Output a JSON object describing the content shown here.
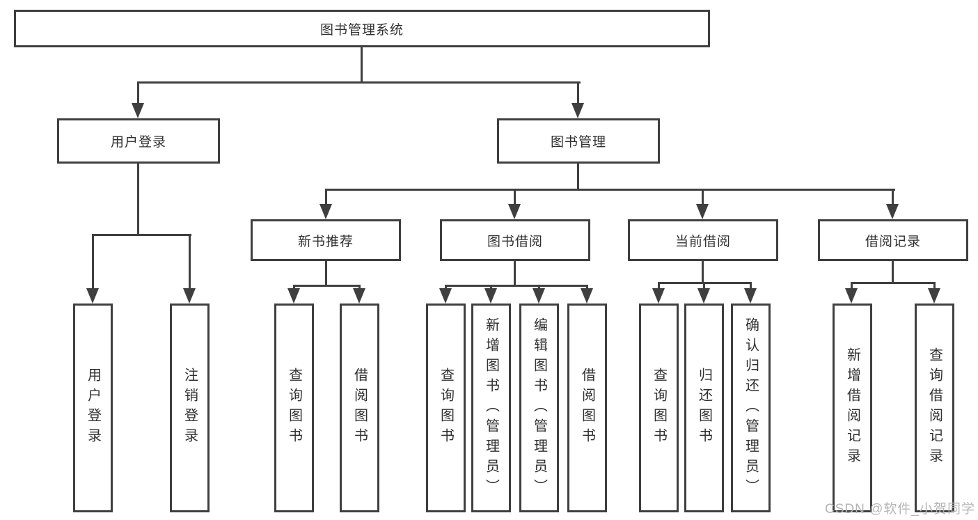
{
  "diagram": {
    "title": "图书管理系统",
    "branches": [
      {
        "label": "用户登录",
        "children": [
          {
            "label": "用户登录"
          },
          {
            "label": "注销登录"
          }
        ]
      },
      {
        "label": "图书管理",
        "children": [
          {
            "label": "新书推荐",
            "children": [
              {
                "label": "查询图书"
              },
              {
                "label": "借阅图书"
              }
            ]
          },
          {
            "label": "图书借阅",
            "children": [
              {
                "label": "查询图书"
              },
              {
                "label": "新增图书（管理员）"
              },
              {
                "label": "编辑图书（管理员）"
              },
              {
                "label": "借阅图书"
              }
            ]
          },
          {
            "label": "当前借阅",
            "children": [
              {
                "label": "查询图书"
              },
              {
                "label": "归还图书"
              },
              {
                "label": "确认归还（管理员）"
              }
            ]
          },
          {
            "label": "借阅记录",
            "children": [
              {
                "label": "新增借阅记录"
              },
              {
                "label": "查询借阅记录"
              }
            ]
          }
        ]
      }
    ]
  },
  "watermark": {
    "text": "CSDN @软件_小贺同学"
  },
  "colors": {
    "line": "#3f3f3f",
    "box_border": "#3f3f3f",
    "box_fill": "#ffffff",
    "text": "#2f2f2f",
    "watermark_text": "#b5b5b5",
    "background": "#ffffff"
  }
}
